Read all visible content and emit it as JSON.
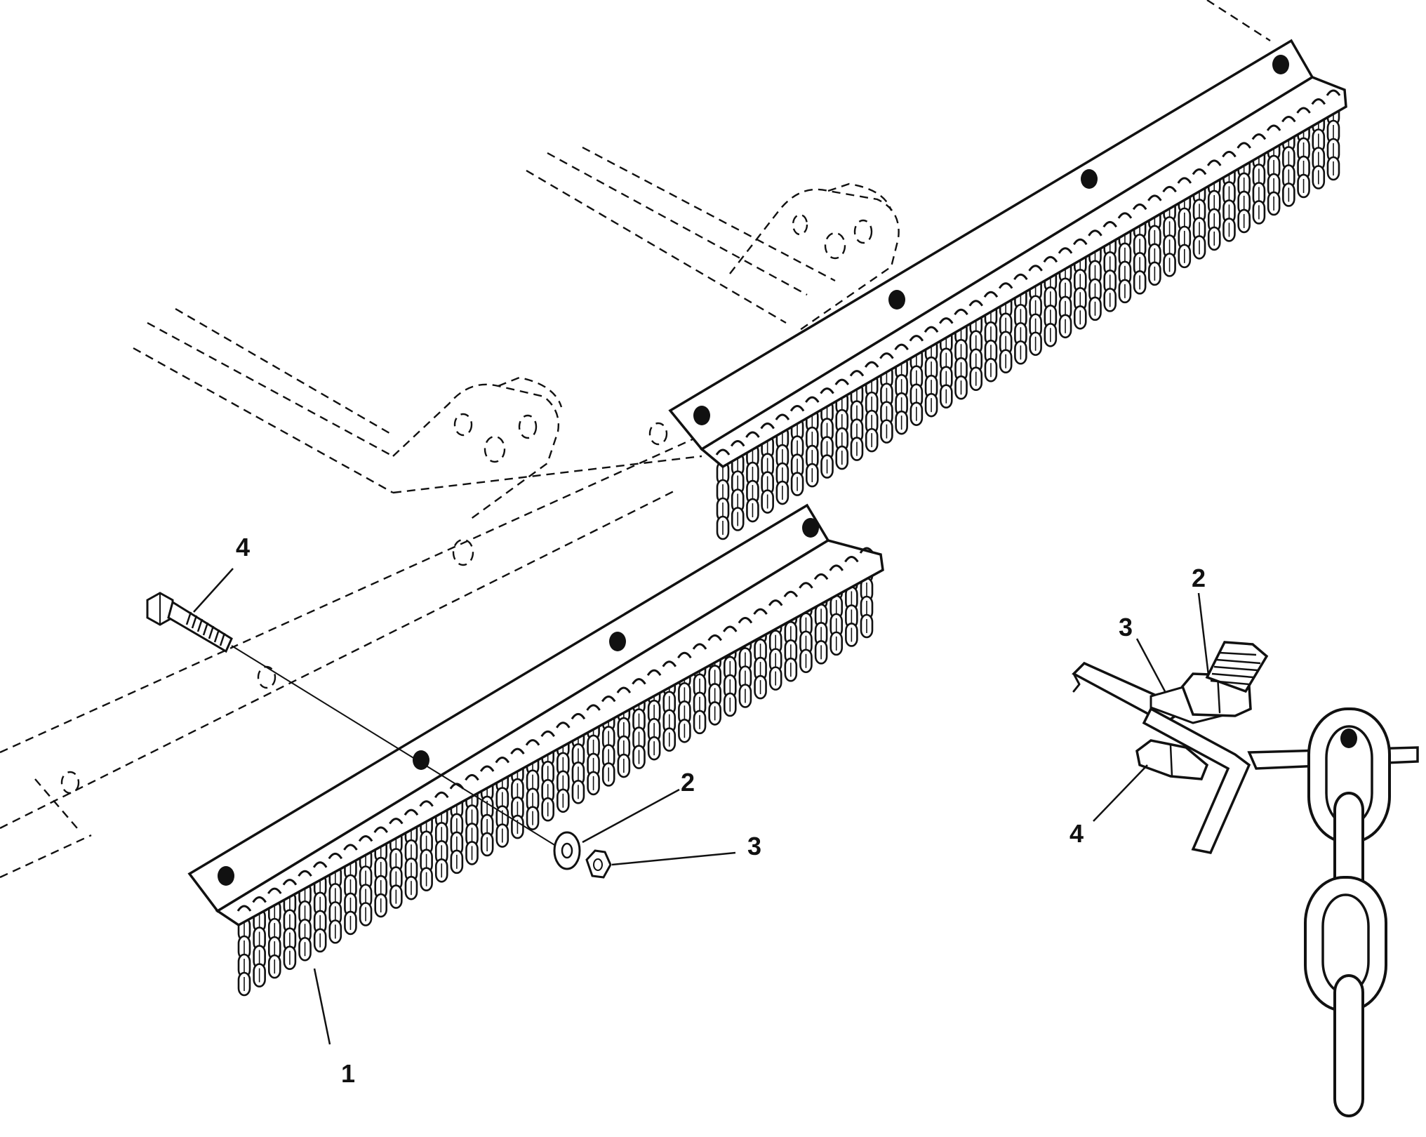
{
  "diagram": {
    "callouts": {
      "main_1": "1",
      "main_2": "2",
      "main_3": "3",
      "main_4": "4",
      "detail_2": "2",
      "detail_3": "3",
      "detail_4": "4"
    }
  }
}
